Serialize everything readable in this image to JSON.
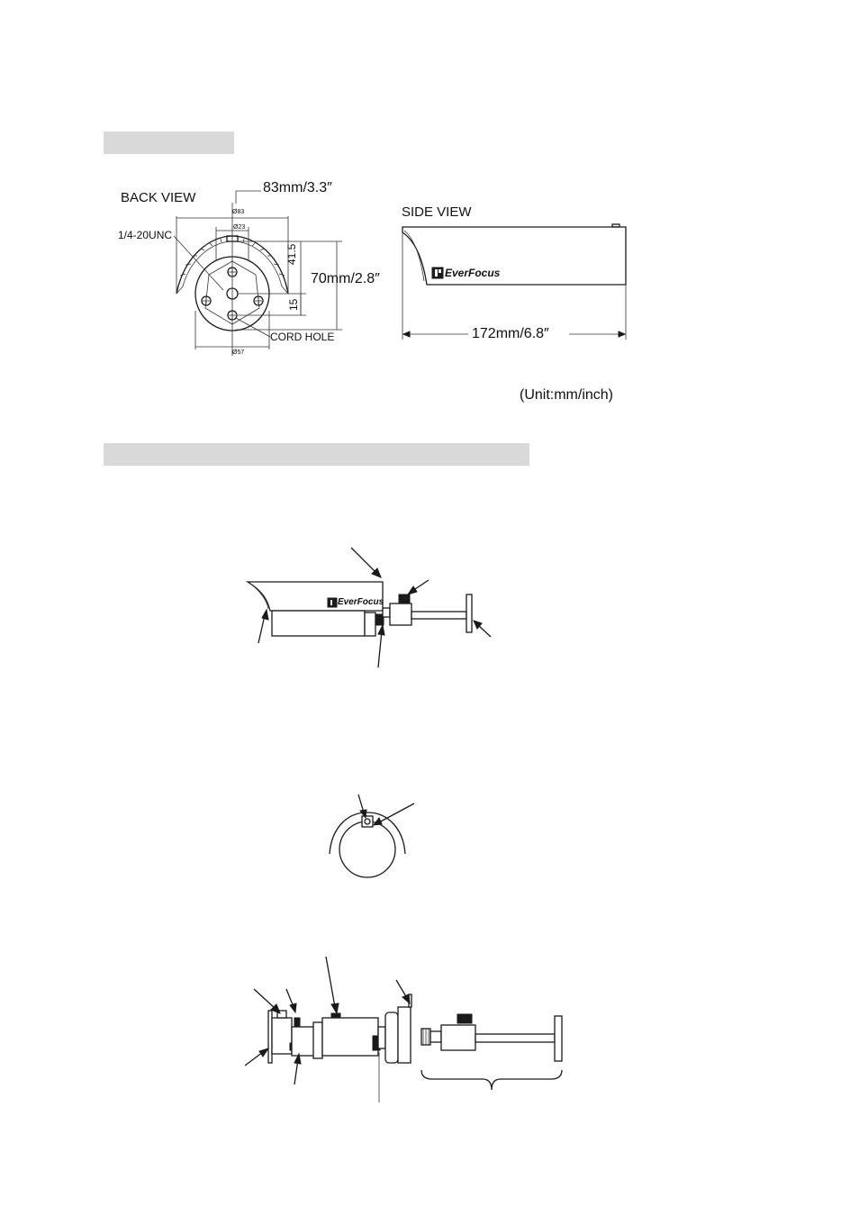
{
  "dimensions": {
    "back_view_title": "BACK VIEW",
    "side_view_title": "SIDE VIEW",
    "width_label": "83mm/3.3″",
    "height_label": "70mm/2.8″",
    "length_label": "172mm/6.8″",
    "mount_thread": "1/4-20UNC",
    "cord_hole": "CORD HOLE",
    "dim_41_5": "41.5",
    "dim_15": "15",
    "dia_83": "Ø83",
    "dia_23": "Ø23",
    "dia_57": "Ø57",
    "unit_note": "(Unit:mm/inch)",
    "brand": "EverFocus"
  },
  "assembly": {
    "brand": "EverFocus"
  }
}
